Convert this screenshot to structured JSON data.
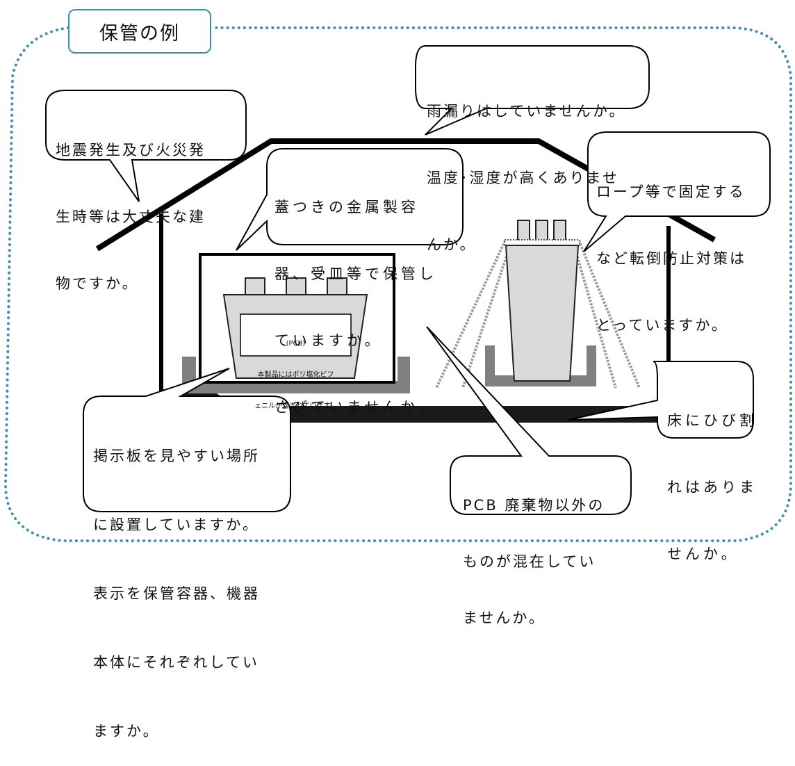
{
  "title": "保管の例",
  "callouts": {
    "rain": [
      "雨漏りはしていませんか。",
      "温度･湿度が高くありませ",
      "んか。"
    ],
    "earthquake": [
      "地震発生及び火災発",
      "生時等は大丈夫な建",
      "物ですか。"
    ],
    "container": [
      "蓋つきの金属製容",
      "器、受皿等で保管し",
      "ていますか。",
      "さびていませんか。"
    ],
    "rope": [
      "ロープ等で固定する",
      "など転倒防止対策は",
      "とっていますか。"
    ],
    "floor": [
      "床にひび割",
      "れはありま",
      "せんか。"
    ],
    "sign": [
      "掲示板を見やすい場所",
      "に設置していますか。",
      "表示を保管容器、機器",
      "本体にそれぞれしてい",
      "ますか。"
    ],
    "mixed": [
      "PCB 廃棄物以外の",
      "ものが混在してい",
      "ませんか。"
    ]
  },
  "device_label": [
    "(PCB)",
    "本製品にはポリ塩化ビフ",
    "ェニルが含まれています。"
  ],
  "colors": {
    "border_dots": "#3d8fa8",
    "title_border": "#3d8fa8",
    "outline": "#000000",
    "floor": "#1a1a1a",
    "tray": "#808080",
    "device_fill": "#d9d9d9"
  }
}
